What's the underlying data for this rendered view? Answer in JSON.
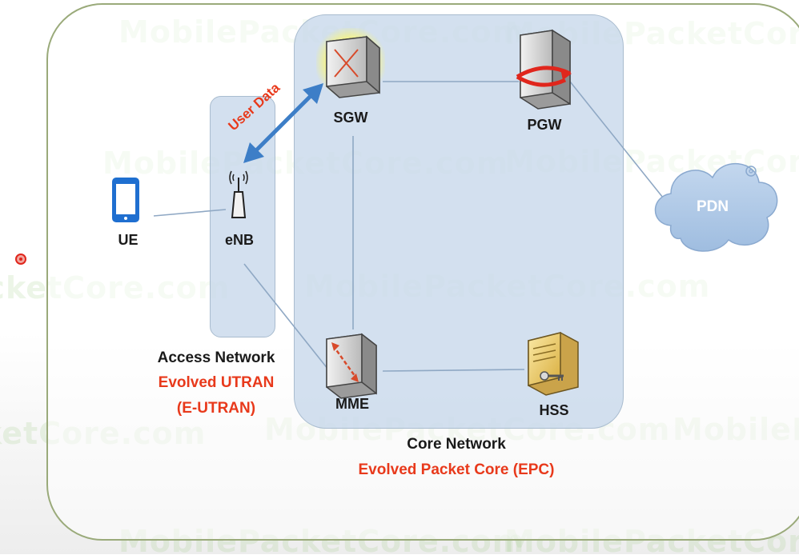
{
  "watermark": "MobilePacketCore.com",
  "nodes": {
    "ue": "UE",
    "enb": "eNB",
    "sgw": "SGW",
    "pgw": "PGW",
    "mme": "MME",
    "hss": "HSS",
    "pdn": "PDN"
  },
  "arrow_label": "User Data",
  "access_network": {
    "title": "Access Network",
    "subtitle_line1": "Evolved UTRAN",
    "subtitle_line2": "(E-UTRAN)"
  },
  "core_network": {
    "title": "Core Network",
    "subtitle": "Evolved Packet Core (EPC)"
  },
  "colors": {
    "red_accent": "#e8391b",
    "arrow_blue": "#3d7ec7",
    "box_fill": "#c4d6ea",
    "frame_border": "#9aaa7a"
  }
}
